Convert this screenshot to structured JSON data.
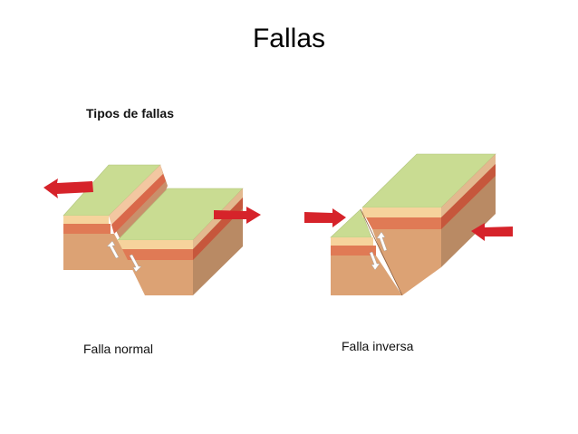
{
  "slide": {
    "title": "Fallas",
    "subtitle": "Tipos de fallas"
  },
  "diagrams": {
    "normal": {
      "label": "Falla normal"
    },
    "inversa": {
      "label": "Falla inversa"
    }
  },
  "colors": {
    "top_surface": "#c9dc92",
    "layer_cream": "#f6d39c",
    "layer_red": "#e07a55",
    "body_front": "#dca274",
    "body_side": "#b98a64",
    "arrow_red": "#d6232a"
  }
}
